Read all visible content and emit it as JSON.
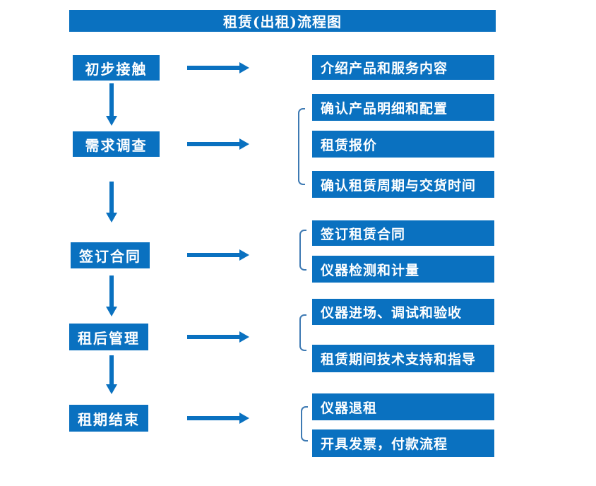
{
  "title": "租赁(出租)流程图",
  "colors": {
    "primary": "#0a71c0",
    "bracket_line": "#3e7ab3",
    "text": "#ffffff",
    "background": "#ffffff"
  },
  "stages": [
    {
      "label": "初步接触",
      "items": [
        "介绍产品和服务内容"
      ]
    },
    {
      "label": "需求调查",
      "items": [
        "确认产品明细和配置",
        "租赁报价",
        "确认租赁周期与交货时间"
      ]
    },
    {
      "label": "签订合同",
      "items": [
        "签订租赁合同",
        "仪器检测和计量"
      ]
    },
    {
      "label": "租后管理",
      "items": [
        "仪器进场、调试和验收",
        "租赁期间技术支持和指导"
      ]
    },
    {
      "label": "租期结束",
      "items": [
        "仪器退租",
        "开具发票，付款流程"
      ]
    }
  ]
}
